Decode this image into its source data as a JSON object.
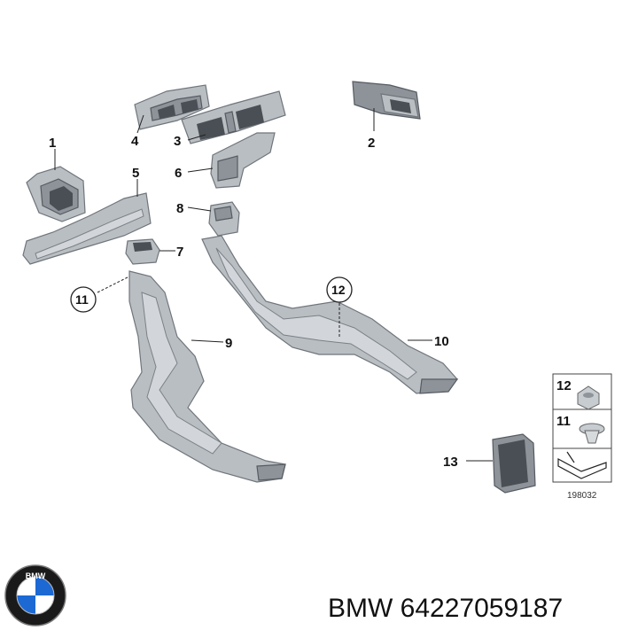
{
  "diagram": {
    "callouts": {
      "c1": "1",
      "c2": "2",
      "c3": "3",
      "c4": "4",
      "c5": "5",
      "c6": "6",
      "c7": "7",
      "c8": "8",
      "c9": "9",
      "c10": "10",
      "c11_circle": "11",
      "c12_circle": "12",
      "c13": "13"
    },
    "legend": {
      "item12": "12",
      "item11": "11",
      "diagram_number": "198032"
    }
  },
  "brand": {
    "logo_text": "BMW",
    "part_label": "BMW 64227059187"
  }
}
